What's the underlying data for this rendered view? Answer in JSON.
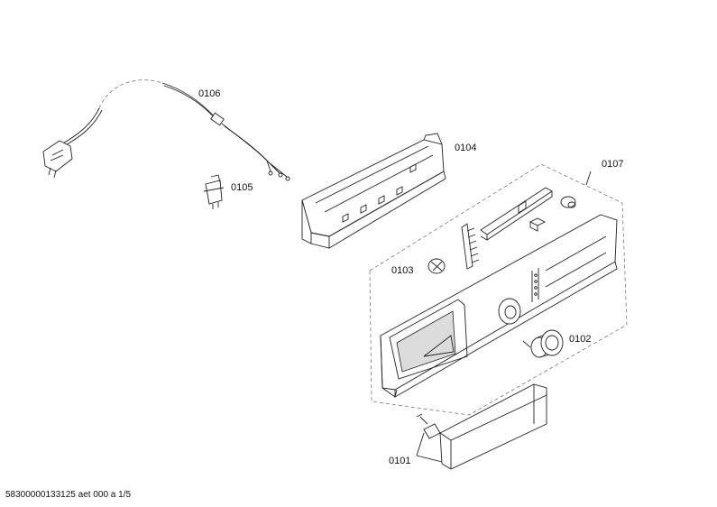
{
  "labels": {
    "p0106": "0106",
    "p0104": "0104",
    "p0105": "0105",
    "p0107": "0107",
    "p0103": "0103",
    "p0102": "0102",
    "p0101": "0101"
  },
  "footer": "58300000133125 aet 000 a 1/5"
}
